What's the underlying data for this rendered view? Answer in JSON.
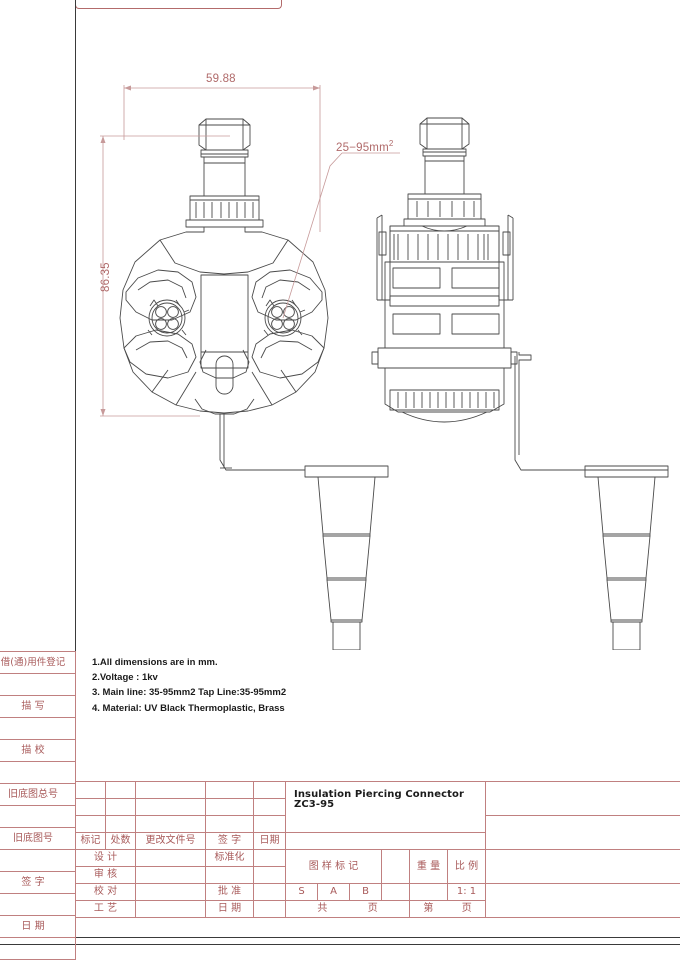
{
  "sheet": {
    "title_en": "Insulation Piercing Connector  ZC3-95",
    "scale": "1: 1"
  },
  "dimensions": {
    "width": "59.88",
    "height": "86.35",
    "conductor_range": "25−95mm",
    "conductor_sup": "2"
  },
  "notes": [
    "1.All dimensions are in mm.",
    "2.Voltage : 1kv",
    "3. Main line: 35-95mm2   Tap Line:35-95mm2",
    "4. Material: UV Black Thermoplastic, Brass"
  ],
  "left_register": {
    "rows": [
      "借(通)用件登记",
      "",
      "描        写",
      "",
      "描        校",
      "",
      "旧底图总号",
      "",
      "旧底图号",
      "",
      "签        字",
      "",
      "日        期",
      ""
    ]
  },
  "title_block": {
    "rev_header": [
      "标记",
      "处数",
      "更改文件号",
      "签   字",
      "日期"
    ],
    "roles": [
      {
        "label": "设   计",
        "value": "",
        "label2": "标准化",
        "value2": ""
      },
      {
        "label": "审   核",
        "value": "",
        "label2": "",
        "value2": ""
      },
      {
        "label": "校   对",
        "value": "",
        "label2": "批   准",
        "value2": ""
      },
      {
        "label": "工   艺",
        "value": "",
        "label2": "日   期",
        "value2": ""
      }
    ],
    "stage_label": "图  样  标  记",
    "stage_codes": [
      "S",
      "A",
      "B"
    ],
    "weight_label": "重  量",
    "scale_label": "比  例",
    "scale_value": "1: 1",
    "sheet_total_prefix": "共",
    "sheet_total_suffix": "页",
    "sheet_no_prefix": "第",
    "sheet_no_suffix": "页"
  },
  "colors": {
    "line_red": "#c08080",
    "text_red": "#a85a5a",
    "dim_red": "#b06a6a",
    "part_line": "#4a4a4a",
    "frame_black": "#3a3a3a"
  }
}
